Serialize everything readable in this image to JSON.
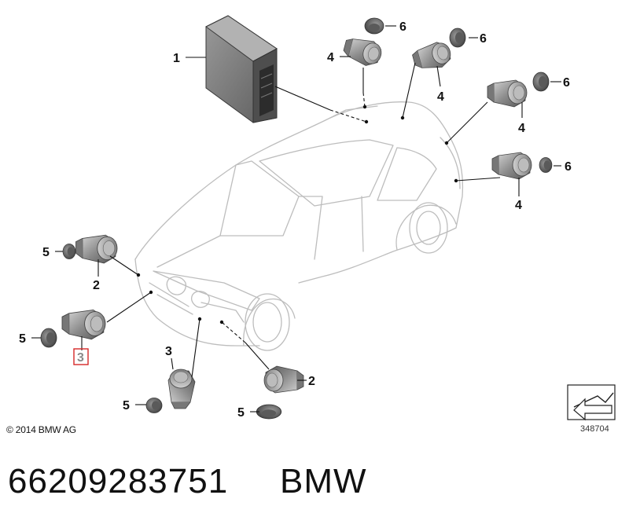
{
  "callouts": {
    "control_unit": "1",
    "front_sensor": "2",
    "front_sensor_highlight": "3",
    "rear_sensor": "4",
    "front_grommet": "5",
    "rear_grommet": "6"
  },
  "copyright": "© 2014 BMW AG",
  "diagram_number": "348704",
  "part_number": "66209283751",
  "brand": "BMW",
  "colors": {
    "highlight": "#d62828",
    "sensor_dark": "#6e6e6e",
    "sensor_light": "#b8b8b8",
    "car_outline": "#bdbdbd"
  }
}
